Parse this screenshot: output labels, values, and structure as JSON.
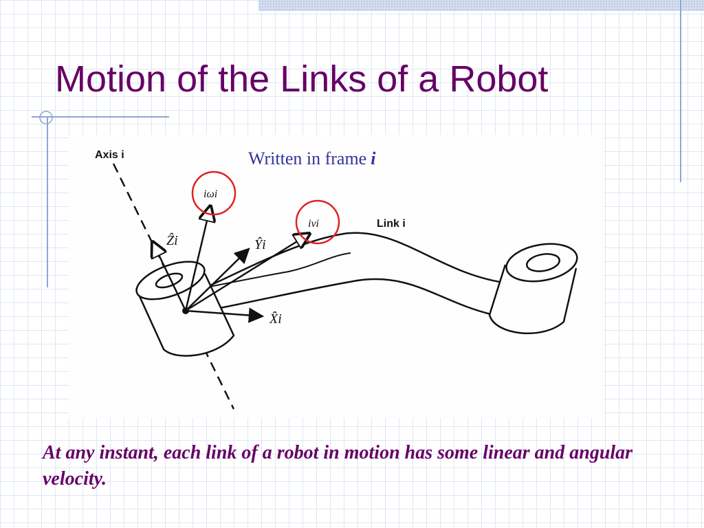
{
  "slide": {
    "title": "Motion of the Links of a Robot",
    "caption_text": "Written in frame",
    "caption_symbol": "i",
    "statement": "At any instant, each link of a robot in motion has some linear and angular velocity."
  },
  "figure": {
    "axis_label": "Axis i",
    "link_label": "Link i",
    "z_label": "Ẑi",
    "y_label": "Ŷi",
    "x_label": "X̂i",
    "omega_label": "iωi",
    "nu_label": "iνi"
  },
  "colors": {
    "title": "#660066",
    "caption": "#333399",
    "highlight_circle": "#e02020",
    "grid": "#dfe6f3",
    "accent_lines": "#8ea4d6"
  }
}
